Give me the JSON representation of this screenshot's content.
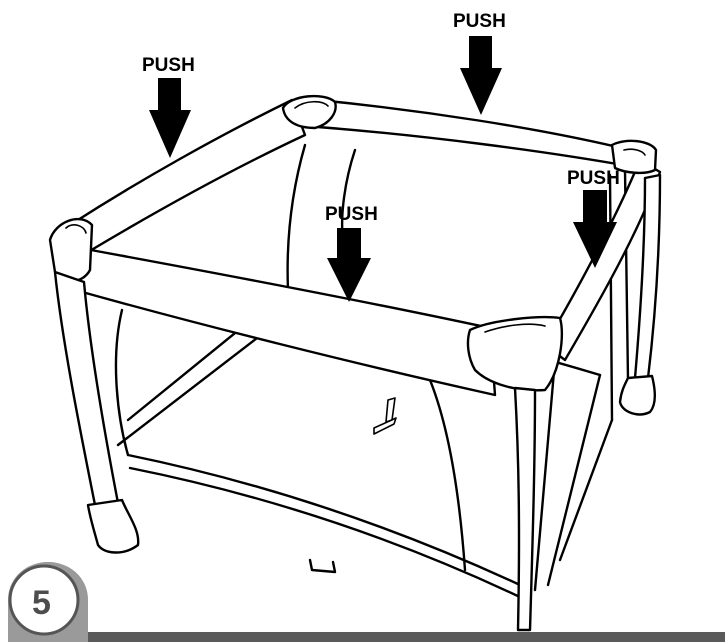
{
  "step": {
    "number": "5",
    "colors": {
      "badge_fill": "#ffffff",
      "badge_stroke": "#555555",
      "bar": "#5a5a5a",
      "number": "#4d4d4d"
    }
  },
  "labels": {
    "push_left": "PUSH",
    "push_top": "PUSH",
    "push_center": "PUSH",
    "push_right": "PUSH"
  },
  "colors": {
    "ink": "#000000",
    "background": "#ffffff"
  }
}
